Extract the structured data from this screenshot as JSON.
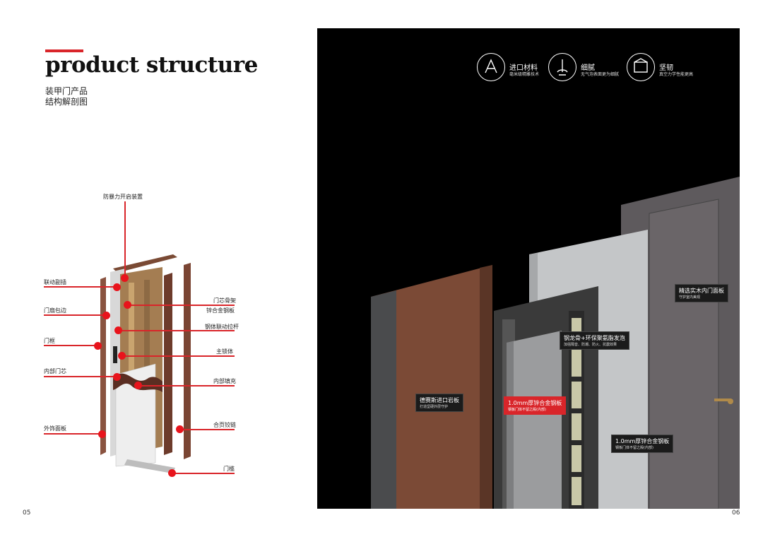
{
  "title": "product structure",
  "subtitle": [
    "装甲门产品",
    "结构解剖图"
  ],
  "left_labels": {
    "top": "防暴力开启装置",
    "left": [
      "联动副插",
      "门扇包边",
      "门框",
      "内部门芯",
      "外饰面板"
    ],
    "right": [
      "门芯骨架",
      "锌合金钢板",
      "钢体联动拉杆",
      "主锁体",
      "内部填充",
      "合页铰链",
      "门槛"
    ]
  },
  "features": [
    {
      "title": "进口材料",
      "desc": "毫米级精雕技术",
      "icon": "ruler-compass-icon"
    },
    {
      "title": "细腻",
      "desc": "无气泡表面更为细腻",
      "icon": "spray-icon"
    },
    {
      "title": "坚韧",
      "desc": "真空力学性能更高",
      "icon": "frame-icon"
    }
  ],
  "callouts": [
    {
      "title": "精选实木内门面板",
      "desc": "守护室内美观"
    },
    {
      "title": "钢龙骨+环保聚氨脂发泡",
      "desc": "加强隔音、防潮、防火、抗震效果"
    },
    {
      "title": "德赛斯进口岩板",
      "desc": "打造坚硬外层守护"
    },
    {
      "title": "1.0mm厚锌合金钢板",
      "desc": "钢板门体不留之殿(内部)"
    },
    {
      "title": "1.0mm厚锌合金钢板",
      "desc": "钢板门体不留之殿(内部)"
    }
  ],
  "pages": {
    "left": "05",
    "right": "06"
  },
  "colors": {
    "accent": "#d9252a",
    "panel": "#000000"
  }
}
